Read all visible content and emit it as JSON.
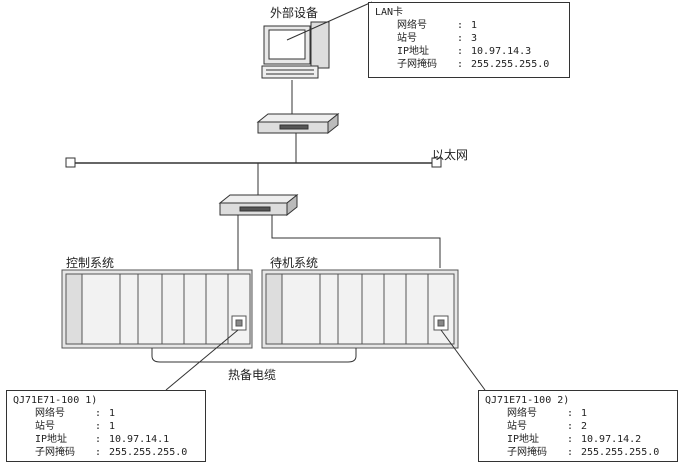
{
  "labels": {
    "external_device": "外部设备",
    "ethernet": "以太网",
    "control_system": "控制系统",
    "standby_system": "待机系统",
    "tracking_cable": "热备电缆"
  },
  "lan_card": {
    "title": "LAN卡",
    "rows": [
      {
        "key": "网络号",
        "value": "1"
      },
      {
        "key": "站号",
        "value": "3"
      },
      {
        "key": "IP地址",
        "value": "10.97.14.3"
      },
      {
        "key": "子网掩码",
        "value": "255.255.255.0"
      }
    ]
  },
  "module_1": {
    "title": "QJ71E71-100 1)",
    "rows": [
      {
        "key": "网络号",
        "value": "1"
      },
      {
        "key": "站号",
        "value": "1"
      },
      {
        "key": "IP地址",
        "value": "10.97.14.1"
      },
      {
        "key": "子网掩码",
        "value": "255.255.255.0"
      }
    ]
  },
  "module_2": {
    "title": "QJ71E71-100 2)",
    "rows": [
      {
        "key": "网络号",
        "value": "1"
      },
      {
        "key": "站号",
        "value": "2"
      },
      {
        "key": "IP地址",
        "value": "10.97.14.2"
      },
      {
        "key": "子网掩码",
        "value": "255.255.255.0"
      }
    ]
  }
}
